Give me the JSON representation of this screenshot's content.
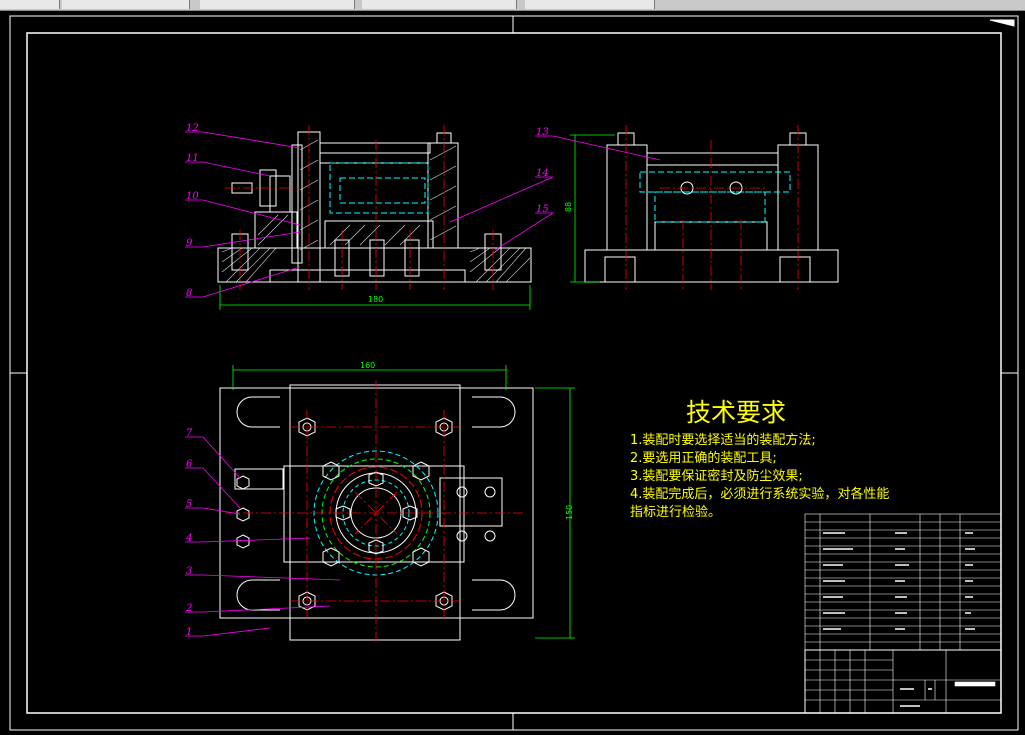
{
  "window": {
    "tabs": [
      "",
      "",
      "",
      "",
      ""
    ]
  },
  "drawing": {
    "callouts_top": [
      "12",
      "11",
      "10",
      "9",
      "8",
      "13",
      "14",
      "15"
    ],
    "callouts_plan": [
      "7",
      "6",
      "5",
      "4",
      "3",
      "2",
      "1"
    ],
    "dimensions": {
      "top_width": "180",
      "side_height": "88",
      "plan_width": "160",
      "plan_height": "150"
    },
    "colors": {
      "background": "#000000",
      "outline": "#ffffff",
      "center_line": "#ff0000",
      "hidden_line": "#00ffff",
      "dimension": "#00ff00",
      "leader": "#ff00ff",
      "text": "#ffff00"
    }
  },
  "tech_requirements": {
    "title": "技术要求",
    "lines": [
      "1.装配时要选择适当的装配方法;",
      "2.要选用正确的装配工具;",
      "3.装配要保证密封及防尘效果;",
      "4.装配完成后，必须进行系统实验，对各性能",
      "指标进行检验。"
    ]
  }
}
